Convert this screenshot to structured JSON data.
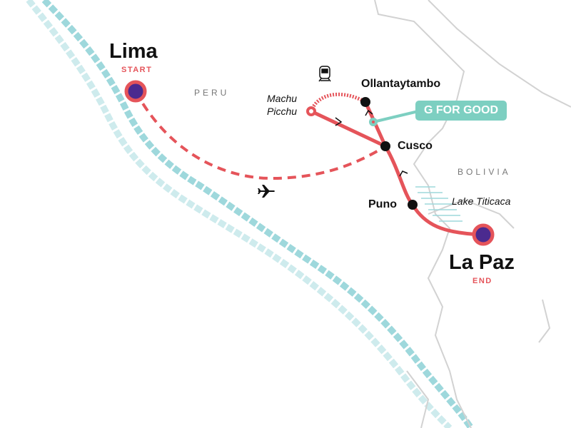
{
  "map": {
    "countries": {
      "peru": "PERU",
      "bolivia": "BOLIVIA"
    },
    "start": {
      "city": "Lima",
      "tag": "START"
    },
    "end": {
      "city": "La Paz",
      "tag": "END"
    },
    "stops": [
      {
        "name": "Ollantaytambo"
      },
      {
        "name": "Cusco"
      },
      {
        "name": "Puno"
      }
    ],
    "places": {
      "machu_picchu_line1": "Machu",
      "machu_picchu_line2": "Picchu",
      "lake": "Lake Titicaca"
    },
    "badge": "G FOR GOOD",
    "icons": {
      "flight": "airplane-icon",
      "train": "train-icon"
    },
    "colors": {
      "route": "#e5545a",
      "endpoint": "#4b2a8f",
      "badge": "#7dcfc1",
      "border": "#d2d2d2",
      "water": "#9ed8dc"
    }
  }
}
